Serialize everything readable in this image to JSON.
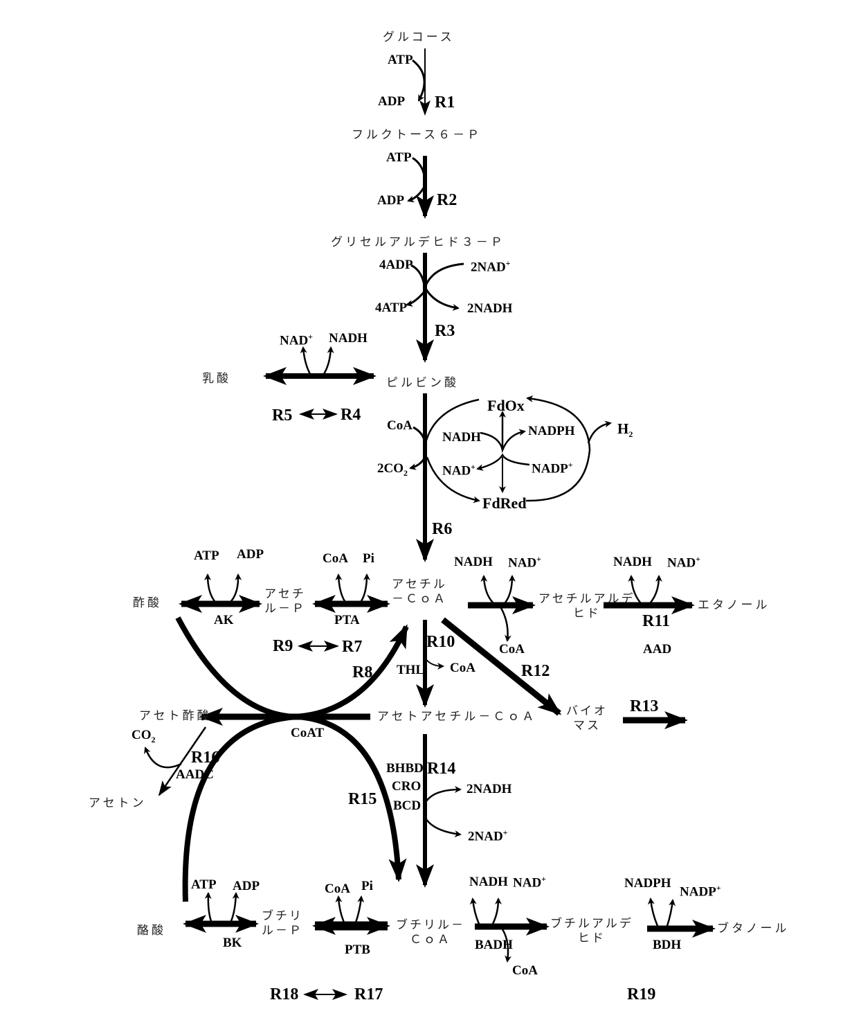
{
  "metabolites": {
    "glucose": "グルコース",
    "f6p": "フルクトース６－Ｐ",
    "g3p": "グリセルアルデヒド３－Ｐ",
    "pyruvate": "ピルビン酸",
    "lactate": "乳酸",
    "acetyl_coa_1": "アセチル",
    "acetyl_coa_2": "－ＣｏＡ",
    "acetyl_p_1": "アセチ",
    "acetyl_p_2": "ル－Ｐ",
    "acetate": "酢酸",
    "acetaldehyde_1": "アセチルアルデ",
    "acetaldehyde_2": "ヒド",
    "ethanol": "エタノール",
    "acetoacetate": "アセト酢酸",
    "acetoacetyl_coa": "アセトアセチル－ＣｏＡ",
    "biomass_1": "バイオ",
    "biomass_2": "マス",
    "acetone": "アセトン",
    "butyrate": "酪酸",
    "butyryl_p_1": "ブチリ",
    "butyryl_p_2": "ル－Ｐ",
    "butyryl_coa_1": "ブチリル－",
    "butyryl_coa_2": "ＣｏＡ",
    "butyraldehyde_1": "ブチルアルデ",
    "butyraldehyde_2": "ヒド",
    "butanol": "ブタノール"
  },
  "cofactors": {
    "r1_atp": "ATP",
    "r1_adp": "ADP",
    "r2_atp": "ATP",
    "r2_adp": "ADP",
    "r3_4adp": "4ADP",
    "r3_4atp": "4ATP",
    "r3_2nad": "2NAD",
    "r3_2nadh": "2NADH",
    "r45_nad": "NAD",
    "r45_nadh": "NADH",
    "r6_coa": "CoA",
    "r6_2co2": "2CO",
    "fdox": "FdOx",
    "fdred": "FdRed",
    "fd_nadh": "NADH",
    "fd_nad": "NAD",
    "fd_nadph": "NADPH",
    "fd_nadp": "NADP",
    "h2": "H",
    "ak_atp": "ATP",
    "ak_adp": "ADP",
    "pta_coa": "CoA",
    "pta_pi": "Pi",
    "r12a_nadh": "NADH",
    "r12a_nad": "NAD",
    "r12a_coa": "CoA",
    "r11_nadh": "NADH",
    "r11_nad": "NAD",
    "r10_coa": "CoA",
    "r16_co2": "CO",
    "r14_2nadh": "2NADH",
    "r14_2nad": "2NAD",
    "bk_atp": "ATP",
    "bk_adp": "ADP",
    "ptb_coa": "CoA",
    "ptb_pi": "Pi",
    "badh_nadh": "NADH",
    "badh_nad": "NAD",
    "badh_coa": "CoA",
    "bdh_nadph": "NADPH",
    "bdh_nadp": "NADP",
    "sup_plus": "+",
    "sub_2": "2"
  },
  "reactions": {
    "r1": "R1",
    "r2": "R2",
    "r3": "R3",
    "r4": "R4",
    "r5": "R5",
    "r6": "R6",
    "r7": "R7",
    "r8": "R8",
    "r9": "R9",
    "r10": "R10",
    "r11": "R11",
    "r12": "R12",
    "r13": "R13",
    "r14": "R14",
    "r15": "R15",
    "r16": "R16",
    "r17": "R17",
    "r18": "R18",
    "r19": "R19"
  },
  "enzymes": {
    "ak": "AK",
    "pta": "PTA",
    "aad": "AAD",
    "thl": "THL",
    "coat": "CoAT",
    "aadc": "AADC",
    "bhbd": "BHBD",
    "cro": "CRO",
    "bcd": "BCD",
    "bk": "BK",
    "ptb": "PTB",
    "badh": "BADH",
    "bdh": "BDH"
  }
}
